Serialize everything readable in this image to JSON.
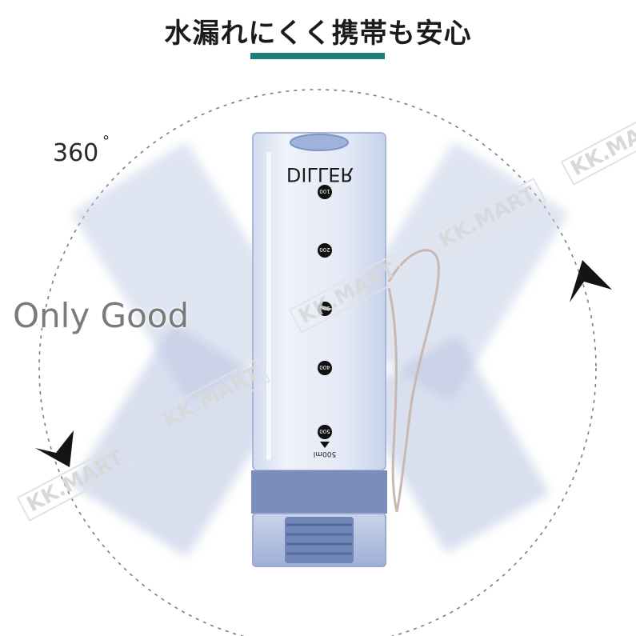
{
  "headline": "水漏れにくく携帯も安心",
  "rotation": {
    "degrees": "360",
    "degree_mark": "°"
  },
  "watermark": "Only Good",
  "brand_stamp": "KK.MART",
  "bottle": {
    "brand": "DILLER",
    "markings": [
      "100",
      "200",
      "300",
      "400",
      "500"
    ],
    "capacity_label": "500ml",
    "body_color": "#dfe6f3",
    "band_color": "#7b8dbb",
    "cap_color": "#6f86b6"
  },
  "accent_color": "#1f7c7c"
}
